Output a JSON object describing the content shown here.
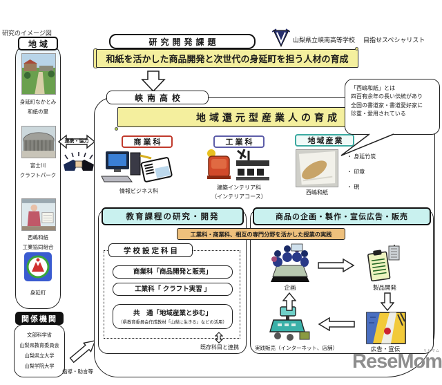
{
  "page": {
    "corner_note": "研究のイメージ図",
    "watermark_text": "ReseMom",
    "watermark_ruby": "リセマム",
    "watermark_period": "."
  },
  "school_header": {
    "name": "山梨県立峡南高等学校",
    "slogan": "目指せスペシャリスト"
  },
  "research_theme": {
    "header": "研究開発課題",
    "banner": "和紙を活かした商品開発と次世代の身延町を担う人材の育成"
  },
  "region": {
    "header": "地域",
    "items": [
      {
        "caption1": "身延町なかとみ",
        "caption2": "和紙の里"
      },
      {
        "caption1": "富士川",
        "caption2": "クラフトパーク"
      },
      {
        "caption1": "西嶋和紙",
        "caption2": "工業協同組合"
      },
      {
        "caption1": "身延町",
        "caption2": ""
      }
    ]
  },
  "collaboration": {
    "label": "連携・協力"
  },
  "related_orgs": {
    "header": "関係機関",
    "items": [
      "文部科学省",
      "山梨県教育委員会",
      "山梨県立大学",
      "山梨学院大学"
    ],
    "arrow_label": "指導・助言等"
  },
  "main": {
    "school_label": "峡南高校",
    "goal_banner": "地域還元型産業人の育成",
    "departments": {
      "commerce": {
        "title": "商業科",
        "caption": "情報ビジネス科"
      },
      "industry": {
        "title": "工業科",
        "caption1": "建築インテリア科",
        "caption2": "（インテリアコース）"
      },
      "local_industry": {
        "title": "地域産業",
        "caption": "西嶋和紙",
        "bullets": [
          "身延竹炭",
          "印章",
          "硯"
        ]
      }
    },
    "washi_note": {
      "line1": "「西嶋和紙」とは",
      "line2": "四百有余年の長い伝統があり",
      "line3": "全国の書道家・書道愛好家に",
      "line4": "珍重・愛用されている"
    },
    "curriculum": {
      "header": "教育課程の研究・開発",
      "subjects_header": "学校設定科目",
      "subject1": "商業科「商品開発と販売」",
      "subject2": "工業科「 クラフト実習 」",
      "subject3_line1": "共　通「地域産業と歩む」",
      "subject3_line2": "（県教育委員会作成教材「山梨に生きる」などの活用）",
      "link_label": "既存科目と連携"
    },
    "product": {
      "header": "商品の企画・製作・宣伝広告・販売",
      "practice_banner": "工業科・商業科、相互の専門分野を活かした授業の実践",
      "step_plan": "企画",
      "step_develop": "製品開発",
      "step_ad": "広告・宣伝",
      "step_sale": "実践販売（インターネット、店舗）"
    }
  },
  "colors": {
    "banner_yellow": "#f4ef9e",
    "header_cyan": "#c9f1ef",
    "practice_orange": "#eec07c",
    "commerce_red": "#c0392b",
    "industry_blue": "#5c5ca8",
    "local_teal": "#3aa9a0",
    "watermark_gray": "#8e8e8e"
  }
}
